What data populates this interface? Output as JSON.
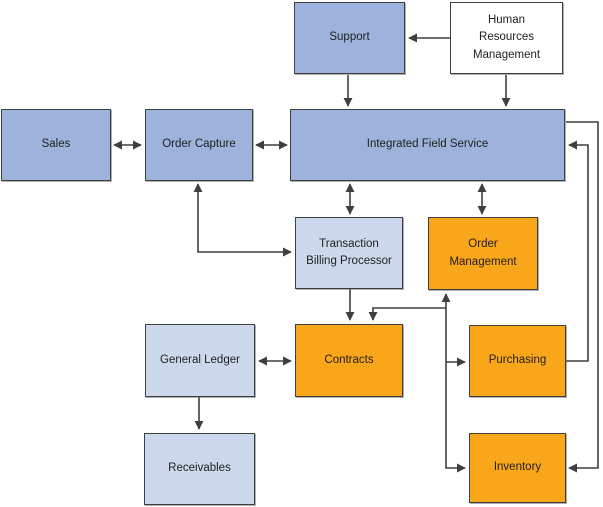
{
  "palette": {
    "background": "#ffffff",
    "box-blue": "#9db3dc",
    "box-lightblue": "#ccd9ec",
    "box-orange": "#faa61a",
    "box-white": "#ffffff",
    "box-border": "#3f3f3f",
    "connector": "#3f3f3f",
    "text": "#1f1f1f"
  },
  "boxes": [
    {
      "id": "support",
      "label": "Support",
      "color": "blue"
    },
    {
      "id": "human-resources-management",
      "label": "Human Resources Management",
      "color": "white"
    },
    {
      "id": "sales",
      "label": "Sales",
      "color": "blue"
    },
    {
      "id": "order-capture",
      "label": "Order Capture",
      "color": "blue"
    },
    {
      "id": "integrated-field-service",
      "label": "Integrated Field Service",
      "color": "blue"
    },
    {
      "id": "transaction-billing-processor",
      "label": "Transaction Billing Processor",
      "color": "lightblue"
    },
    {
      "id": "order-management",
      "label": "Order Management",
      "color": "orange"
    },
    {
      "id": "general-ledger",
      "label": "General Ledger",
      "color": "lightblue"
    },
    {
      "id": "contracts",
      "label": "Contracts",
      "color": "orange"
    },
    {
      "id": "purchasing",
      "label": "Purchasing",
      "color": "orange"
    },
    {
      "id": "receivables",
      "label": "Receivables",
      "color": "lightblue"
    },
    {
      "id": "inventory",
      "label": "Inventory",
      "color": "orange"
    }
  ],
  "connections": [
    {
      "from": "human-resources-management",
      "to": "support",
      "arrows": "one-way"
    },
    {
      "from": "support",
      "to": "integrated-field-service",
      "arrows": "one-way"
    },
    {
      "from": "human-resources-management",
      "to": "integrated-field-service",
      "arrows": "one-way"
    },
    {
      "from": "sales",
      "to": "order-capture",
      "arrows": "two-way"
    },
    {
      "from": "order-capture",
      "to": "integrated-field-service",
      "arrows": "two-way"
    },
    {
      "from": "integrated-field-service",
      "to": "transaction-billing-processor",
      "arrows": "two-way"
    },
    {
      "from": "integrated-field-service",
      "to": "order-management",
      "arrows": "two-way"
    },
    {
      "from": "order-capture",
      "to": "transaction-billing-processor",
      "arrows": "two-way"
    },
    {
      "from": "transaction-billing-processor",
      "to": "contracts",
      "arrows": "one-way"
    },
    {
      "from": "order-management",
      "to": "contracts",
      "arrows": "hub-branch"
    },
    {
      "from": "order-management",
      "to": "purchasing",
      "arrows": "hub-branch"
    },
    {
      "from": "order-management",
      "to": "inventory",
      "arrows": "hub-branch"
    },
    {
      "from": "general-ledger",
      "to": "contracts",
      "arrows": "two-way"
    },
    {
      "from": "general-ledger",
      "to": "receivables",
      "arrows": "one-way"
    },
    {
      "from": "purchasing",
      "to": "integrated-field-service",
      "arrows": "one-way"
    },
    {
      "from": "integrated-field-service",
      "to": "inventory",
      "arrows": "one-way"
    }
  ]
}
